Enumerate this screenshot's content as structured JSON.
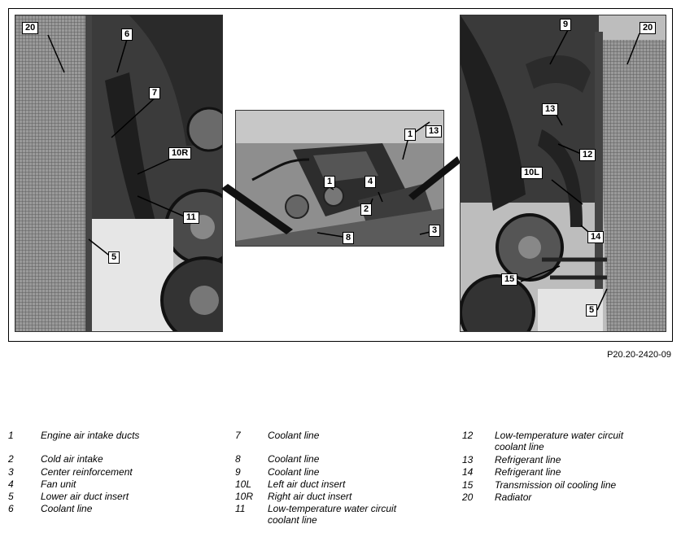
{
  "figure_id": "P20.20-2420-09",
  "callouts": {
    "left": [
      "20",
      "6",
      "7",
      "10R",
      "11",
      "5"
    ],
    "center": [
      "1",
      "13",
      "1",
      "4",
      "2",
      "8",
      "3"
    ],
    "right": [
      "9",
      "20",
      "13",
      "12",
      "10L",
      "14",
      "15",
      "5"
    ]
  },
  "legend": {
    "col1": [
      {
        "num": "1",
        "label": "Engine air intake ducts"
      },
      {
        "num": "2",
        "label": "Cold air intake"
      },
      {
        "num": "3",
        "label": "Center reinforcement"
      },
      {
        "num": "4",
        "label": "Fan unit"
      },
      {
        "num": "5",
        "label": "Lower air duct insert"
      },
      {
        "num": "6",
        "label": "Coolant line"
      }
    ],
    "col2": [
      {
        "num": "7",
        "label": "Coolant line"
      },
      {
        "num": "8",
        "label": "Coolant line"
      },
      {
        "num": "9",
        "label": "Coolant line"
      },
      {
        "num": "10L",
        "label": "Left air duct insert"
      },
      {
        "num": "10R",
        "label": "Right air duct insert"
      },
      {
        "num": "11",
        "label": "Low-temperature water circuit coolant line"
      }
    ],
    "col3": [
      {
        "num": "12",
        "label": "Low-temperature water circuit coolant line"
      },
      {
        "num": "13",
        "label": "Refrigerant line"
      },
      {
        "num": "14",
        "label": "Refrigerant line"
      },
      {
        "num": "15",
        "label": "Transmission oil cooling line"
      },
      {
        "num": "20",
        "label": "Radiator"
      }
    ]
  }
}
